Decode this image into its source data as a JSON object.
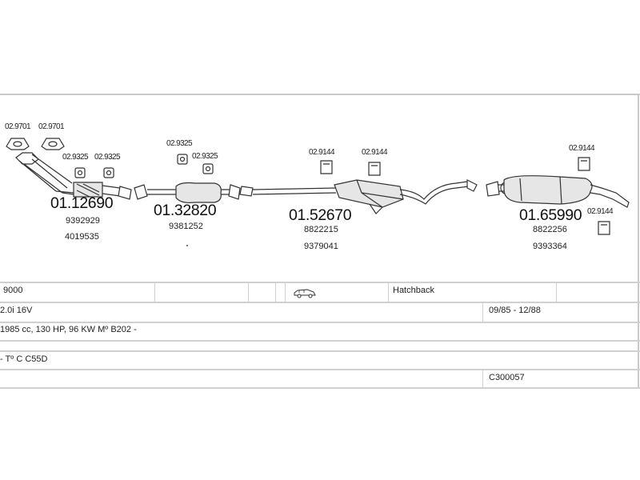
{
  "parts": {
    "gasket_a": "02.9701",
    "gasket_b": "02.9701",
    "mount_a": "02.9325",
    "mount_b": "02.9325",
    "mount_c": "02.9325",
    "mount_d": "02.9325",
    "hanger_a": "02.9144",
    "hanger_b": "02.9144",
    "hanger_c": "02.9144",
    "hanger_d": "02.9144"
  },
  "sections": {
    "front_pipe": {
      "number": "01.12690",
      "oem1": "9392929",
      "oem2": "4019535"
    },
    "catalyst": {
      "number": "01.32820",
      "oem1": "9381252"
    },
    "middle": {
      "number": "01.52670",
      "oem1": "8822215",
      "oem2": "9379041"
    },
    "rear": {
      "number": "01.65990",
      "oem1": "8822256",
      "oem2": "9393364"
    }
  },
  "vehicle": {
    "model": "9000",
    "body_icon": "car-hatchback-icon",
    "body_type": "Hatchback",
    "engine": "2.0i 16V",
    "years": "09/85 - 12/88",
    "spec": "1985 cc, 130 HP, 96 KW Mº B202 -",
    "type_code": "- Tº C C55D",
    "catalog_code": "C300057"
  },
  "colors": {
    "line": "#c9c9c9",
    "part": "#333333",
    "fill": "#e6e6e6"
  }
}
